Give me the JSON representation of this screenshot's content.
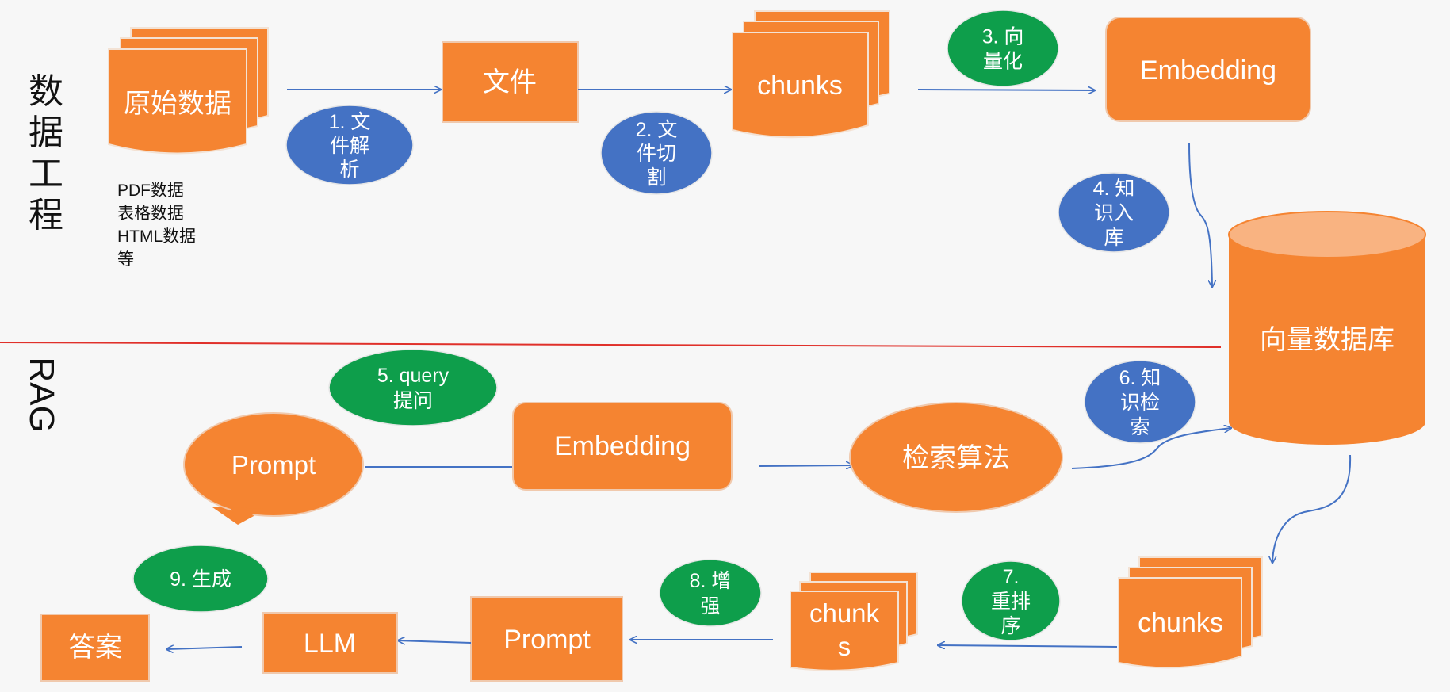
{
  "colors": {
    "orange": "#f58431",
    "orange_stroke": "#e8d0bf",
    "cylinder_top": "#f9b381",
    "blue": "#4472c4",
    "green": "#0e9e4b",
    "arrow": "#4472c4",
    "divider": "#e0302a",
    "text_dark": "#111111",
    "text_light": "#ffffff"
  },
  "sections": {
    "data_engineering": "数据工程",
    "rag": "RAG"
  },
  "data_engineering": {
    "raw_data": "原始数据",
    "raw_data_notes": [
      "PDF数据",
      "表格数据",
      "HTML数据",
      "等"
    ],
    "file": "文件",
    "chunks": "chunks",
    "embedding": "Embedding",
    "vector_db": "向量数据库"
  },
  "rag": {
    "prompt_bubble": "Prompt",
    "embedding": "Embedding",
    "retrieval": "检索算法",
    "chunks_top": "chunks",
    "chunks_split": [
      "chunk",
      "s"
    ],
    "prompt": "Prompt",
    "llm": "LLM",
    "answer": "答案"
  },
  "steps": [
    {
      "lines": [
        "1. 文",
        "件解",
        "析"
      ],
      "color": "blue"
    },
    {
      "lines": [
        "2. 文",
        "件切",
        "割"
      ],
      "color": "blue"
    },
    {
      "lines": [
        "3. 向",
        "量化"
      ],
      "color": "green"
    },
    {
      "lines": [
        "4. 知",
        "识入",
        "库"
      ],
      "color": "blue"
    },
    {
      "lines": [
        "5. query",
        "提问"
      ],
      "color": "green"
    },
    {
      "lines": [
        "6. 知",
        "识检",
        "索"
      ],
      "color": "blue"
    },
    {
      "lines": [
        "7.",
        "重排",
        "序"
      ],
      "color": "green"
    },
    {
      "lines": [
        "8. 增",
        "强"
      ],
      "color": "green"
    },
    {
      "lines": [
        "9. 生成"
      ],
      "color": "green"
    }
  ]
}
